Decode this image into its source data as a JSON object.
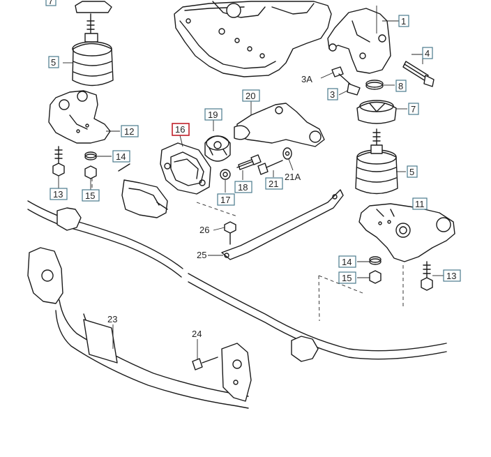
{
  "callouts": [
    {
      "id": "c1",
      "label": "1",
      "boxed": true
    },
    {
      "id": "c3a",
      "label": "3A",
      "boxed": false
    },
    {
      "id": "c3",
      "label": "3",
      "boxed": true
    },
    {
      "id": "c4",
      "label": "4",
      "boxed": true
    },
    {
      "id": "c5l",
      "label": "5",
      "boxed": true
    },
    {
      "id": "c5r",
      "label": "5",
      "boxed": true
    },
    {
      "id": "c7",
      "label": "7",
      "boxed": true
    },
    {
      "id": "c8",
      "label": "8",
      "boxed": true
    },
    {
      "id": "c7top",
      "label": "7",
      "boxed": true
    },
    {
      "id": "c11",
      "label": "11",
      "boxed": true
    },
    {
      "id": "c12",
      "label": "12",
      "boxed": true
    },
    {
      "id": "c13l",
      "label": "13",
      "boxed": true
    },
    {
      "id": "c13r",
      "label": "13",
      "boxed": true
    },
    {
      "id": "c14l",
      "label": "14",
      "boxed": true
    },
    {
      "id": "c14r",
      "label": "14",
      "boxed": true
    },
    {
      "id": "c15l",
      "label": "15",
      "boxed": true
    },
    {
      "id": "c15r",
      "label": "15",
      "boxed": true
    },
    {
      "id": "c16",
      "label": "16",
      "boxed": true,
      "highlighted": true
    },
    {
      "id": "c17",
      "label": "17",
      "boxed": true
    },
    {
      "id": "c18",
      "label": "18",
      "boxed": true
    },
    {
      "id": "c19",
      "label": "19",
      "boxed": true
    },
    {
      "id": "c20",
      "label": "20",
      "boxed": true
    },
    {
      "id": "c21",
      "label": "21",
      "boxed": true
    },
    {
      "id": "c21a",
      "label": "21A",
      "boxed": false
    },
    {
      "id": "c23",
      "label": "23",
      "boxed": false
    },
    {
      "id": "c24",
      "label": "24",
      "boxed": false
    },
    {
      "id": "c25",
      "label": "25",
      "boxed": false
    },
    {
      "id": "c26",
      "label": "26",
      "boxed": false
    }
  ],
  "colors": {
    "line": "#1a1a1a",
    "callout_border": "#4a7a8c",
    "highlight_border": "#c0202a"
  }
}
